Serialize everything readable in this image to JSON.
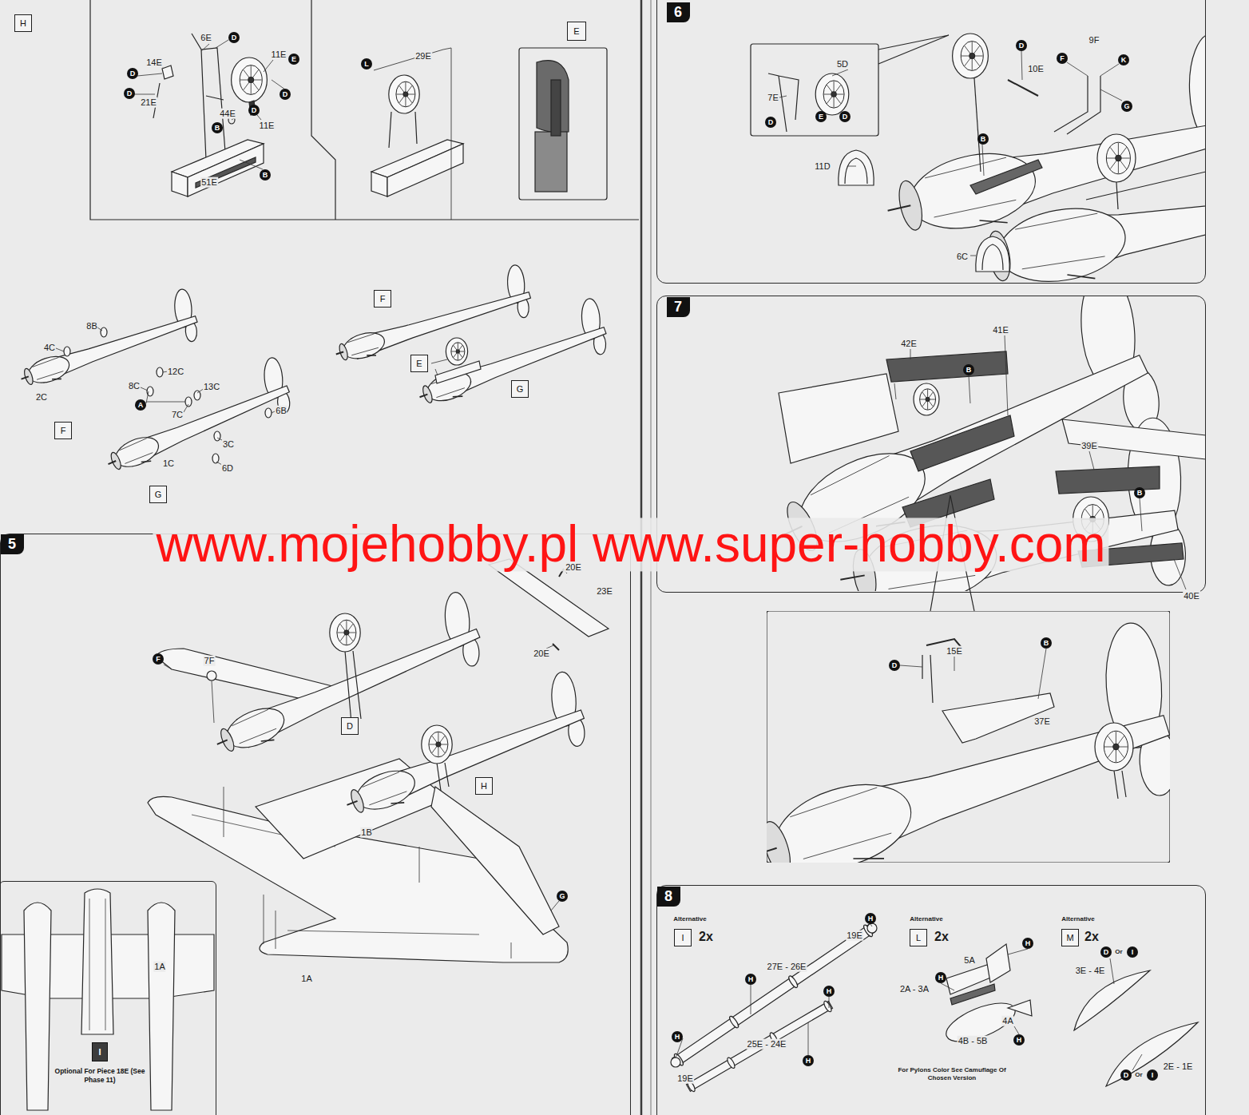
{
  "diagram": {
    "nodes": [
      {
        "text": [
          "H"
        ]
      },
      {
        "text": [
          "E"
        ]
      },
      {
        "text": [
          "F"
        ]
      },
      {
        "text": [
          "G"
        ]
      },
      {
        "text": [
          "F"
        ]
      },
      {
        "text": [
          "E"
        ]
      },
      {
        "text": [
          "G"
        ]
      },
      {
        "text": [
          "5"
        ]
      },
      {
        "text": [
          "D"
        ],
        "in": 7
      },
      {
        "text": [
          "H"
        ],
        "in": 7
      },
      {
        "text": [
          "Optional For Piece 18E (See Phase 11)"
        ],
        "in": 7
      },
      {
        "text": [
          "I"
        ],
        "in": 10
      },
      {
        "text": [
          "6"
        ]
      },
      {
        "text": [
          "7"
        ]
      },
      {
        "text": [
          "8"
        ]
      },
      {
        "text": [
          "I"
        ],
        "in": 14
      },
      {
        "text": [
          "L"
        ],
        "in": 14
      },
      {
        "text": [
          "M"
        ],
        "in": 14
      }
    ],
    "labels": [
      "6E",
      "D",
      "14E",
      "D",
      "D",
      "21E",
      "11E",
      "E",
      "D",
      "44E",
      "B",
      "D",
      "11E",
      "B",
      "51E",
      "29E",
      "L",
      "8B",
      "4C",
      "12C",
      "8C",
      "2C",
      "A",
      "7C",
      "13C",
      "3C",
      "6B",
      "1C",
      "6D",
      "www.mojehobby.pl www.super-hobby.com",
      "20E",
      "23E",
      "20E",
      "F",
      "7F",
      "1B",
      "G",
      "1A",
      "1A",
      "7E",
      "D",
      "5D",
      "E",
      "D",
      "11D",
      "D",
      "10E",
      "F",
      "9F",
      "K",
      "G",
      "B",
      "6C",
      "42E",
      "41E",
      "B",
      "39E",
      "B",
      "40E",
      "15E",
      "D",
      "B",
      "37E",
      "Alternative",
      "2x",
      "H",
      "19E",
      "27E - 26E",
      "H",
      "H",
      "H",
      "19E",
      "25E - 24E",
      "H",
      "Alternative",
      "2x",
      "5A",
      "H",
      "2A - 3A",
      "H",
      "H",
      "4A",
      "4B - 5B",
      "For Pylons Color See Camuflage Of Chosen Version",
      "Alternative",
      "2x",
      "D",
      "Or",
      "I",
      "3E - 4E",
      "2E - 1E",
      "D",
      "Or",
      "I"
    ]
  }
}
